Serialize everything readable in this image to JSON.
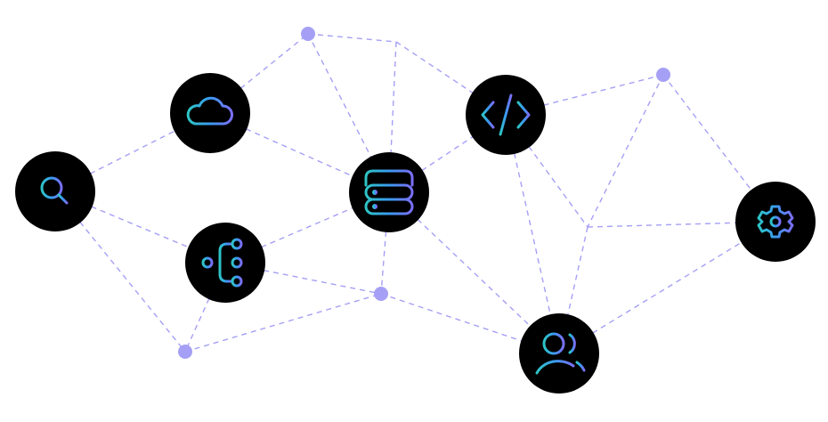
{
  "colors": {
    "edge": "#a5a0f5",
    "node": "#000000",
    "gradient": [
      "#2ec4c4",
      "#3a9bf0",
      "#7b6ef6"
    ]
  },
  "nodes": [
    {
      "id": "search",
      "icon": "search-icon"
    },
    {
      "id": "cloud",
      "icon": "cloud-icon"
    },
    {
      "id": "hierarchy",
      "icon": "hierarchy-icon"
    },
    {
      "id": "server",
      "icon": "server-icon"
    },
    {
      "id": "code",
      "icon": "code-icon"
    },
    {
      "id": "users",
      "icon": "users-icon"
    },
    {
      "id": "settings",
      "icon": "gear-icon"
    }
  ],
  "points": [
    "p1",
    "p2",
    "p3",
    "p4",
    "j1",
    "j2"
  ],
  "edges": [
    [
      "search",
      "cloud"
    ],
    [
      "search",
      "hierarchy"
    ],
    [
      "search",
      "p4"
    ],
    [
      "cloud",
      "p1"
    ],
    [
      "cloud",
      "server"
    ],
    [
      "p1",
      "j1"
    ],
    [
      "p1",
      "server"
    ],
    [
      "j1",
      "server"
    ],
    [
      "j1",
      "code"
    ],
    [
      "hierarchy",
      "p4"
    ],
    [
      "hierarchy",
      "server"
    ],
    [
      "hierarchy",
      "p3"
    ],
    [
      "server",
      "code"
    ],
    [
      "server",
      "p3"
    ],
    [
      "server",
      "users"
    ],
    [
      "p4",
      "p3"
    ],
    [
      "p3",
      "users"
    ],
    [
      "code",
      "p2"
    ],
    [
      "code",
      "users"
    ],
    [
      "code",
      "j2"
    ],
    [
      "p2",
      "j2"
    ],
    [
      "p2",
      "settings"
    ],
    [
      "j2",
      "settings"
    ],
    [
      "j2",
      "users"
    ],
    [
      "users",
      "settings"
    ]
  ]
}
